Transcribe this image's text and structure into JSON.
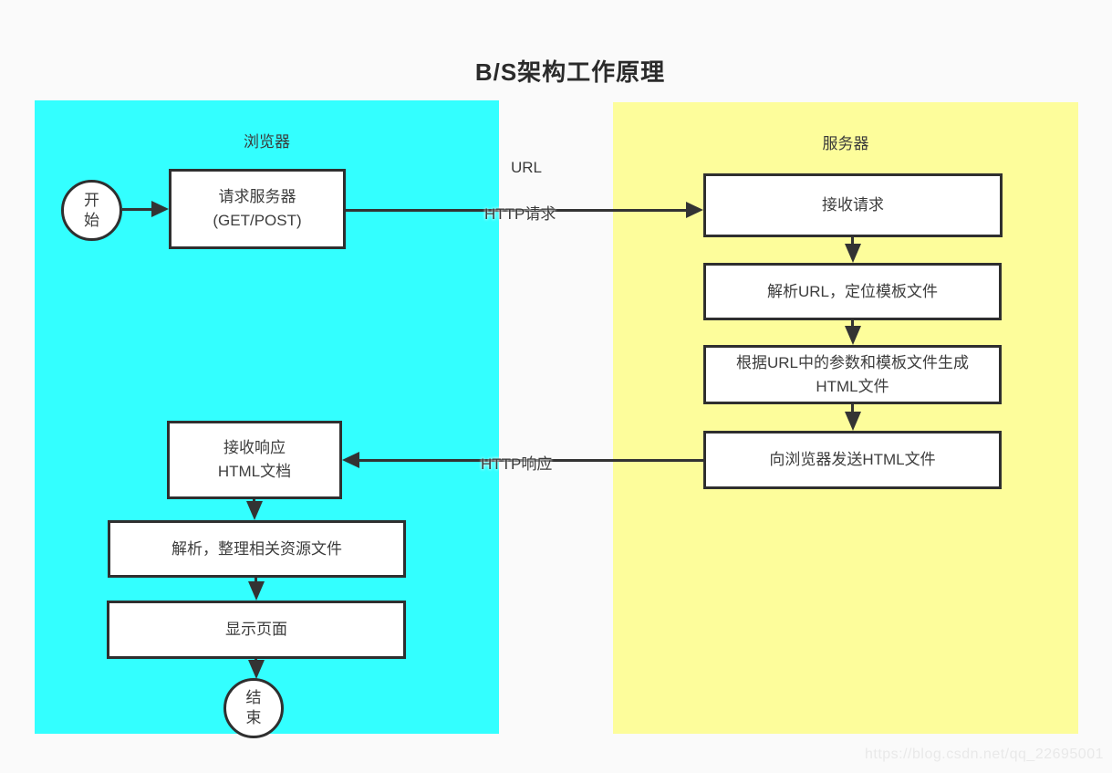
{
  "title": "B/S架构工作原理",
  "watermark": "https://blog.csdn.net/qq_22695001",
  "colors": {
    "background": "#FAFAFA",
    "browser_panel": "#33FFFF",
    "server_panel": "#FDFD9B",
    "node_fill": "#FFFFFF",
    "node_border": "#2F2F2F",
    "arrow": "#333333",
    "text": "#3D3D3D"
  },
  "browser": {
    "label": "浏览器",
    "start": {
      "line1": "开",
      "line2": "始"
    },
    "request": {
      "line1": "请求服务器",
      "line2": "(GET/POST)"
    },
    "receive_response": {
      "line1": "接收响应",
      "line2": "HTML文档"
    },
    "parse_resources": "解析，整理相关资源文件",
    "display_page": "显示页面",
    "end": {
      "line1": "结",
      "line2": "束"
    }
  },
  "server": {
    "label": "服务器",
    "receive_request": "接收请求",
    "parse_url": "解析URL，定位模板文件",
    "generate_html": {
      "line1": "根据URL中的参数和模板文件生成",
      "line2": "HTML文件"
    },
    "send_html": "向浏览器发送HTML文件"
  },
  "edges": {
    "url_label": "URL",
    "http_request_label": "HTTP请求",
    "http_response_label": "HTTP响应"
  }
}
